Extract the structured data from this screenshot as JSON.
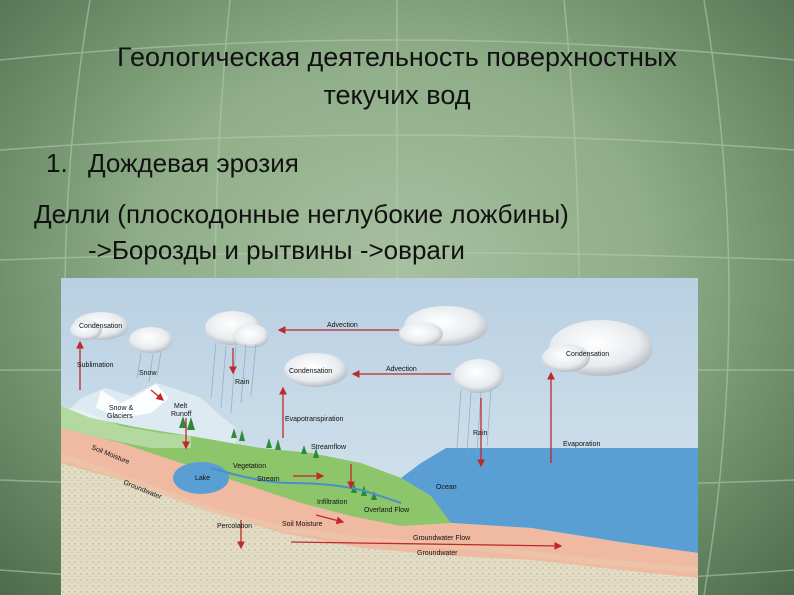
{
  "slide": {
    "title_line1": "Геологическая деятельность поверхностных",
    "title_line2": "текучих вод",
    "item1_number": "1.",
    "item1_text": "Дождевая эрозия",
    "item2_line1": "Делли (плоскодонные неглубокие ложбины)",
    "item2_line2": "->Борозды и рытвины ->овраги"
  },
  "diagram": {
    "labels": {
      "condensation_left": "Condensation",
      "sublimation": "Sublimation",
      "snow": "Snow",
      "snow_glaciers_1": "Snow &",
      "snow_glaciers_2": "Glaciers",
      "melt_runoff_1": "Melt",
      "melt_runoff_2": "Runoff",
      "rain_left": "Rain",
      "advection_top": "Advection",
      "condensation_mid": "Condensation",
      "advection_mid": "Advection",
      "evapotranspiration": "Evapotranspiration",
      "condensation_right": "Condensation",
      "rain_right": "Rain",
      "evaporation": "Evaporation",
      "vegetation": "Vegetation",
      "streamflow": "Streamflow",
      "lake": "Lake",
      "stream": "Stream",
      "infiltration": "Infiltration",
      "ocean": "Ocean",
      "overland_flow": "Overland Flow",
      "soil_moisture_left": "Soil Moisture",
      "groundwater_left": "Groundwater",
      "percolation": "Percolation",
      "soil_moisture_mid": "Soil Moisture",
      "groundwater_flow": "Groundwater Flow",
      "groundwater_bottom": "Groundwater"
    },
    "colors": {
      "sky": "#c9dbe8",
      "ocean": "#5a9fd4",
      "land": "#8cc56a",
      "arrow": "#c0282b"
    }
  }
}
